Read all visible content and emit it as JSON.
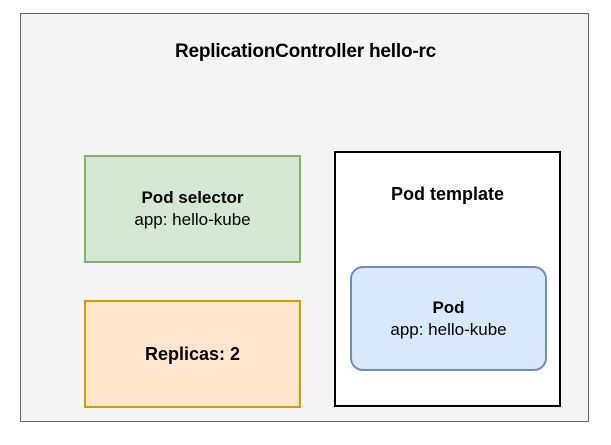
{
  "diagram": {
    "background_color": "#ffffff",
    "controller": {
      "title": "ReplicationController hello-rc",
      "fill_color": "#f4f4f4",
      "border_color": "#666666"
    },
    "pod_selector": {
      "title": "Pod selector",
      "subtitle": "app: hello-kube",
      "fill_color": "#d5e8d4",
      "border_color": "#82b366"
    },
    "replicas": {
      "label": "Replicas: 2",
      "fill_color": "#ffe6cc",
      "border_color": "#d79b00"
    },
    "pod_template": {
      "title": "Pod template",
      "fill_color": "#ffffff",
      "border_color": "#000000"
    },
    "pod": {
      "title": "Pod",
      "subtitle": "app: hello-kube",
      "fill_color": "#dae8fc",
      "border_color": "#6c8ebf"
    }
  }
}
